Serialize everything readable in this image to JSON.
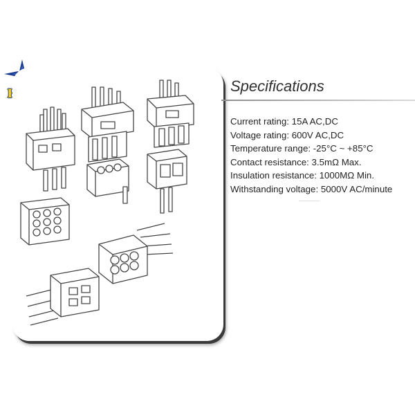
{
  "brand": {
    "logo_text": "HRT",
    "logo_icon": "compass-star-icon",
    "colors": {
      "star": "#1c3a8c",
      "text": "#ffd21a"
    }
  },
  "section": {
    "title": "Specifications"
  },
  "specs": [
    "Current rating: 15A AC,DC",
    "Voltage rating: 600V AC,DC",
    "Temperature range: -25°C ~ +85°C",
    "Contact resistance: 3.5mΩ Max.",
    "Insulation resistance: 1000MΩ Min.",
    "Withstanding voltage: 5000V AC/minute"
  ],
  "illustration": {
    "subject": "connector-housings-icon"
  }
}
